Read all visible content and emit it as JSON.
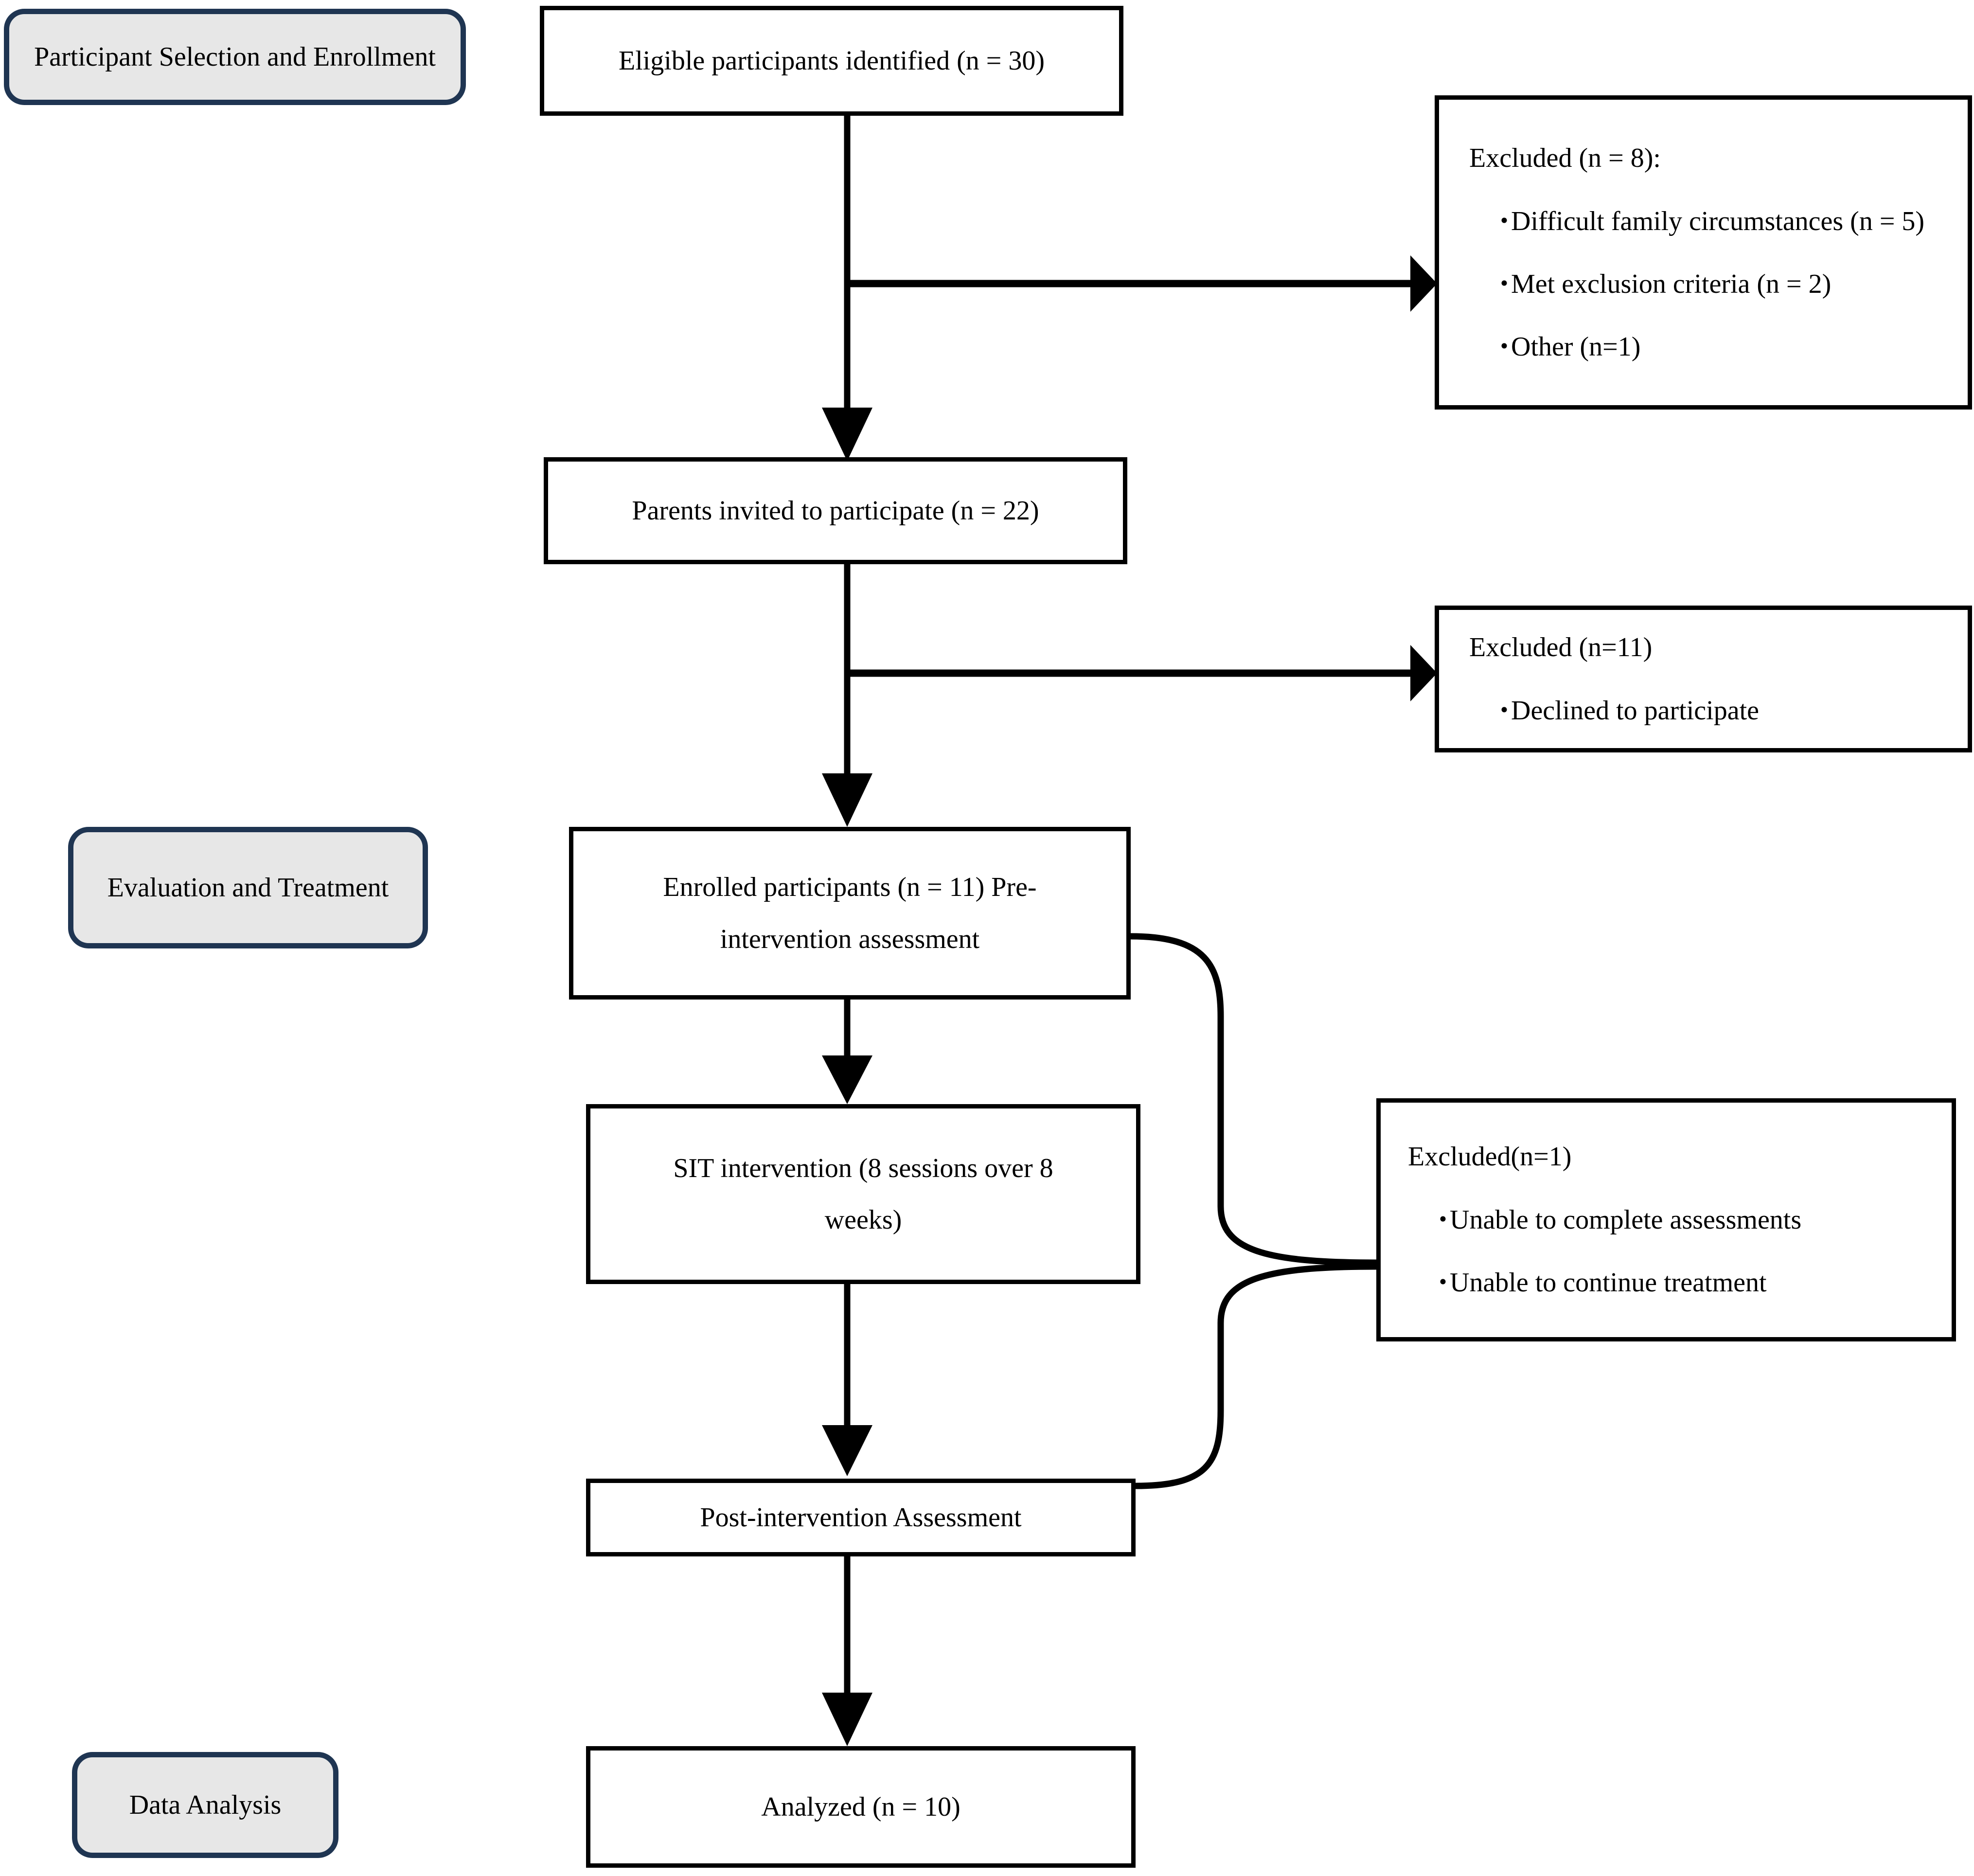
{
  "diagram": {
    "title": "Participant flow diagram",
    "colors": {
      "stage_border": "#1F3552",
      "stage_fill": "#E7E7E7",
      "node_border": "#000000",
      "node_fill": "#FFFFFF",
      "connector": "#000000"
    },
    "stage_labels": [
      {
        "id": "stage-selection",
        "text": "Participant Selection and Enrollment"
      },
      {
        "id": "stage-evaluation",
        "text": "Evaluation and Treatment"
      },
      {
        "id": "stage-analysis",
        "text": "Data Analysis"
      }
    ],
    "flow_nodes": [
      {
        "id": "node-eligible",
        "line1": "Eligible participants identified (n = 30)",
        "line2": ""
      },
      {
        "id": "node-invited",
        "line1": "Parents invited to participate (n = 22)",
        "line2": ""
      },
      {
        "id": "node-enrolled",
        "line1": "Enrolled participants (n = 11) Pre-",
        "line2": "intervention assessment"
      },
      {
        "id": "node-intervention",
        "line1": "SIT intervention (8 sessions over 8",
        "line2": "weeks)"
      },
      {
        "id": "node-post",
        "line1": "Post-intervention Assessment",
        "line2": ""
      },
      {
        "id": "node-analyzed",
        "line1": "Analyzed (n = 10)",
        "line2": ""
      }
    ],
    "exclusion_boxes": [
      {
        "id": "excluded-screening",
        "heading": "Excluded (n = 8):",
        "bullet_glyph": "・",
        "items": [
          "Difficult family circumstances (n = 5)",
          "Met exclusion criteria (n = 2)",
          "Other (n=1)"
        ]
      },
      {
        "id": "excluded-declined",
        "heading": "Excluded (n=11)",
        "bullet_glyph": "・",
        "items": [
          "Declined to participate"
        ]
      },
      {
        "id": "excluded-dropout",
        "heading": "Excluded(n=1)",
        "bullet_glyph": "・",
        "items": [
          "Unable to complete assessments",
          "Unable to continue treatment"
        ]
      }
    ]
  }
}
